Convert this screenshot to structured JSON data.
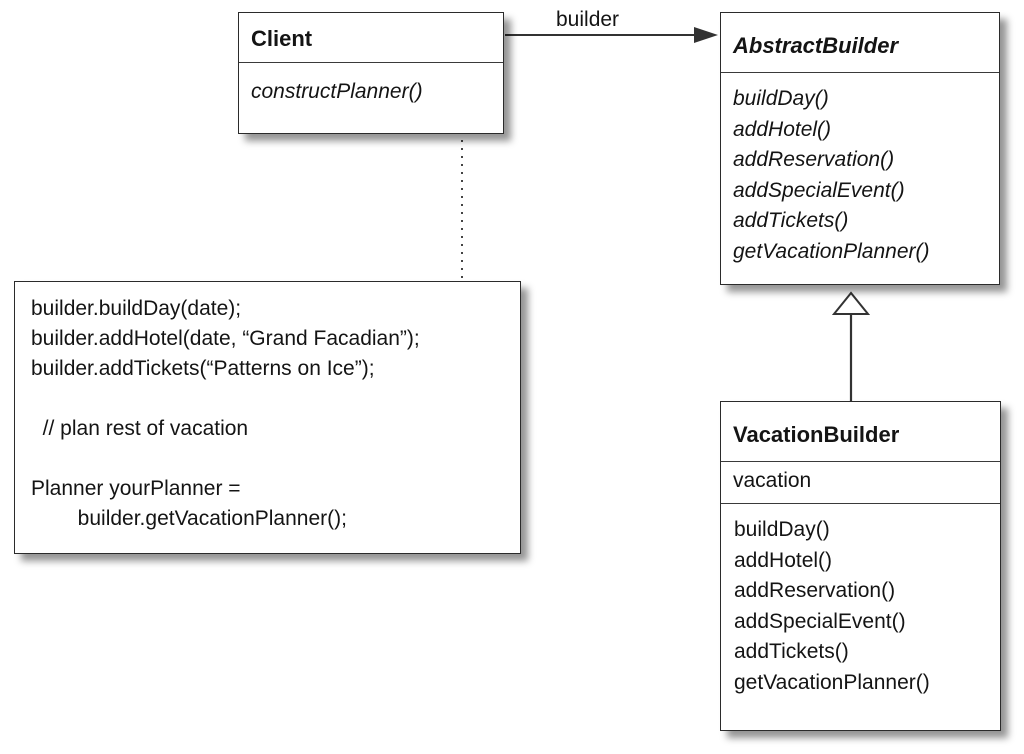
{
  "client": {
    "name": "Client",
    "methods": [
      "constructPlanner()"
    ]
  },
  "association": {
    "label": "builder"
  },
  "abstract_builder": {
    "name": "AbstractBuilder",
    "methods": [
      "buildDay()",
      "addHotel()",
      "addReservation()",
      "addSpecialEvent()",
      "addTickets()",
      "getVacationPlanner()"
    ]
  },
  "vacation_builder": {
    "name": "VacationBuilder",
    "attributes": [
      "vacation"
    ],
    "methods": [
      "buildDay()",
      "addHotel()",
      "addReservation()",
      "addSpecialEvent()",
      "addTickets()",
      "getVacationPlanner()"
    ]
  },
  "code_note": {
    "lines": [
      "builder.buildDay(date);",
      "builder.addHotel(date, “Grand Facadian”);",
      "builder.addTickets(“Patterns on Ice”);",
      "",
      "  // plan rest of vacation",
      "",
      "Planner yourPlanner =",
      "        builder.getVacationPlanner();"
    ]
  }
}
